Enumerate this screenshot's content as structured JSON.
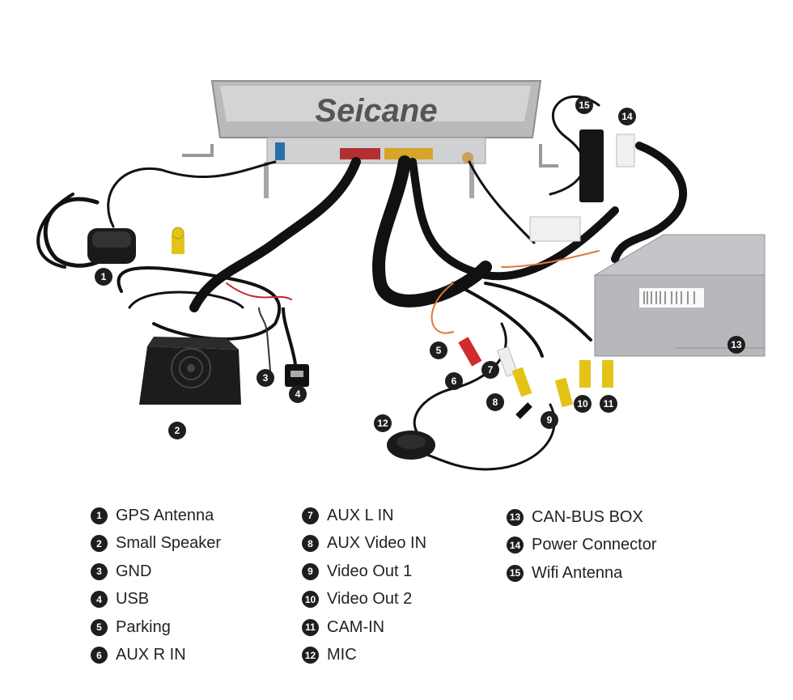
{
  "brand": {
    "text": "Seicane"
  },
  "legend": {
    "columns": [
      [
        {
          "num": "1",
          "label": "GPS Antenna"
        },
        {
          "num": "2",
          "label": "Small Speaker"
        },
        {
          "num": "3",
          "label": "GND"
        },
        {
          "num": "4",
          "label": "USB"
        },
        {
          "num": "5",
          "label": "Parking"
        },
        {
          "num": "6",
          "label": "AUX R IN"
        }
      ],
      [
        {
          "num": "7",
          "label": "AUX L IN"
        },
        {
          "num": "8",
          "label": "AUX Video IN"
        },
        {
          "num": "9",
          "label": "Video Out 1"
        },
        {
          "num": "10",
          "label": "Video Out 2"
        },
        {
          "num": "11",
          "label": "CAM-IN"
        },
        {
          "num": "12",
          "label": "MIC"
        }
      ],
      [
        {
          "num": "13",
          "label": "CAN-BUS BOX"
        },
        {
          "num": "14",
          "label": "Power Connector"
        },
        {
          "num": "15",
          "label": "Wifi Antenna"
        }
      ]
    ]
  },
  "callouts": [
    {
      "num": "1"
    },
    {
      "num": "2"
    },
    {
      "num": "3"
    },
    {
      "num": "4"
    },
    {
      "num": "5"
    },
    {
      "num": "6"
    },
    {
      "num": "7"
    },
    {
      "num": "8"
    },
    {
      "num": "9"
    },
    {
      "num": "10"
    },
    {
      "num": "11"
    },
    {
      "num": "12"
    },
    {
      "num": "13"
    },
    {
      "num": "14"
    },
    {
      "num": "15"
    }
  ]
}
